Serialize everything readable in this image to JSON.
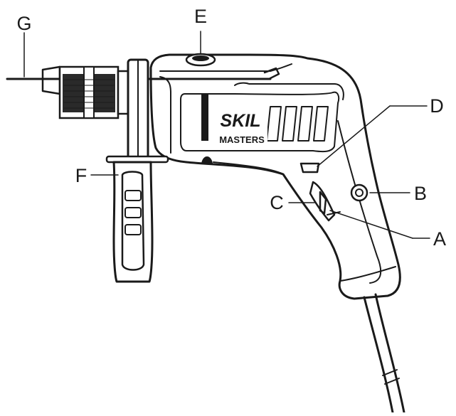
{
  "figure": {
    "logo": {
      "brand": "SKIL",
      "subline": "MASTERS"
    },
    "callouts": {
      "A": "A",
      "B": "B",
      "C": "C",
      "D": "D",
      "E": "E",
      "F": "F",
      "G": "G"
    }
  }
}
